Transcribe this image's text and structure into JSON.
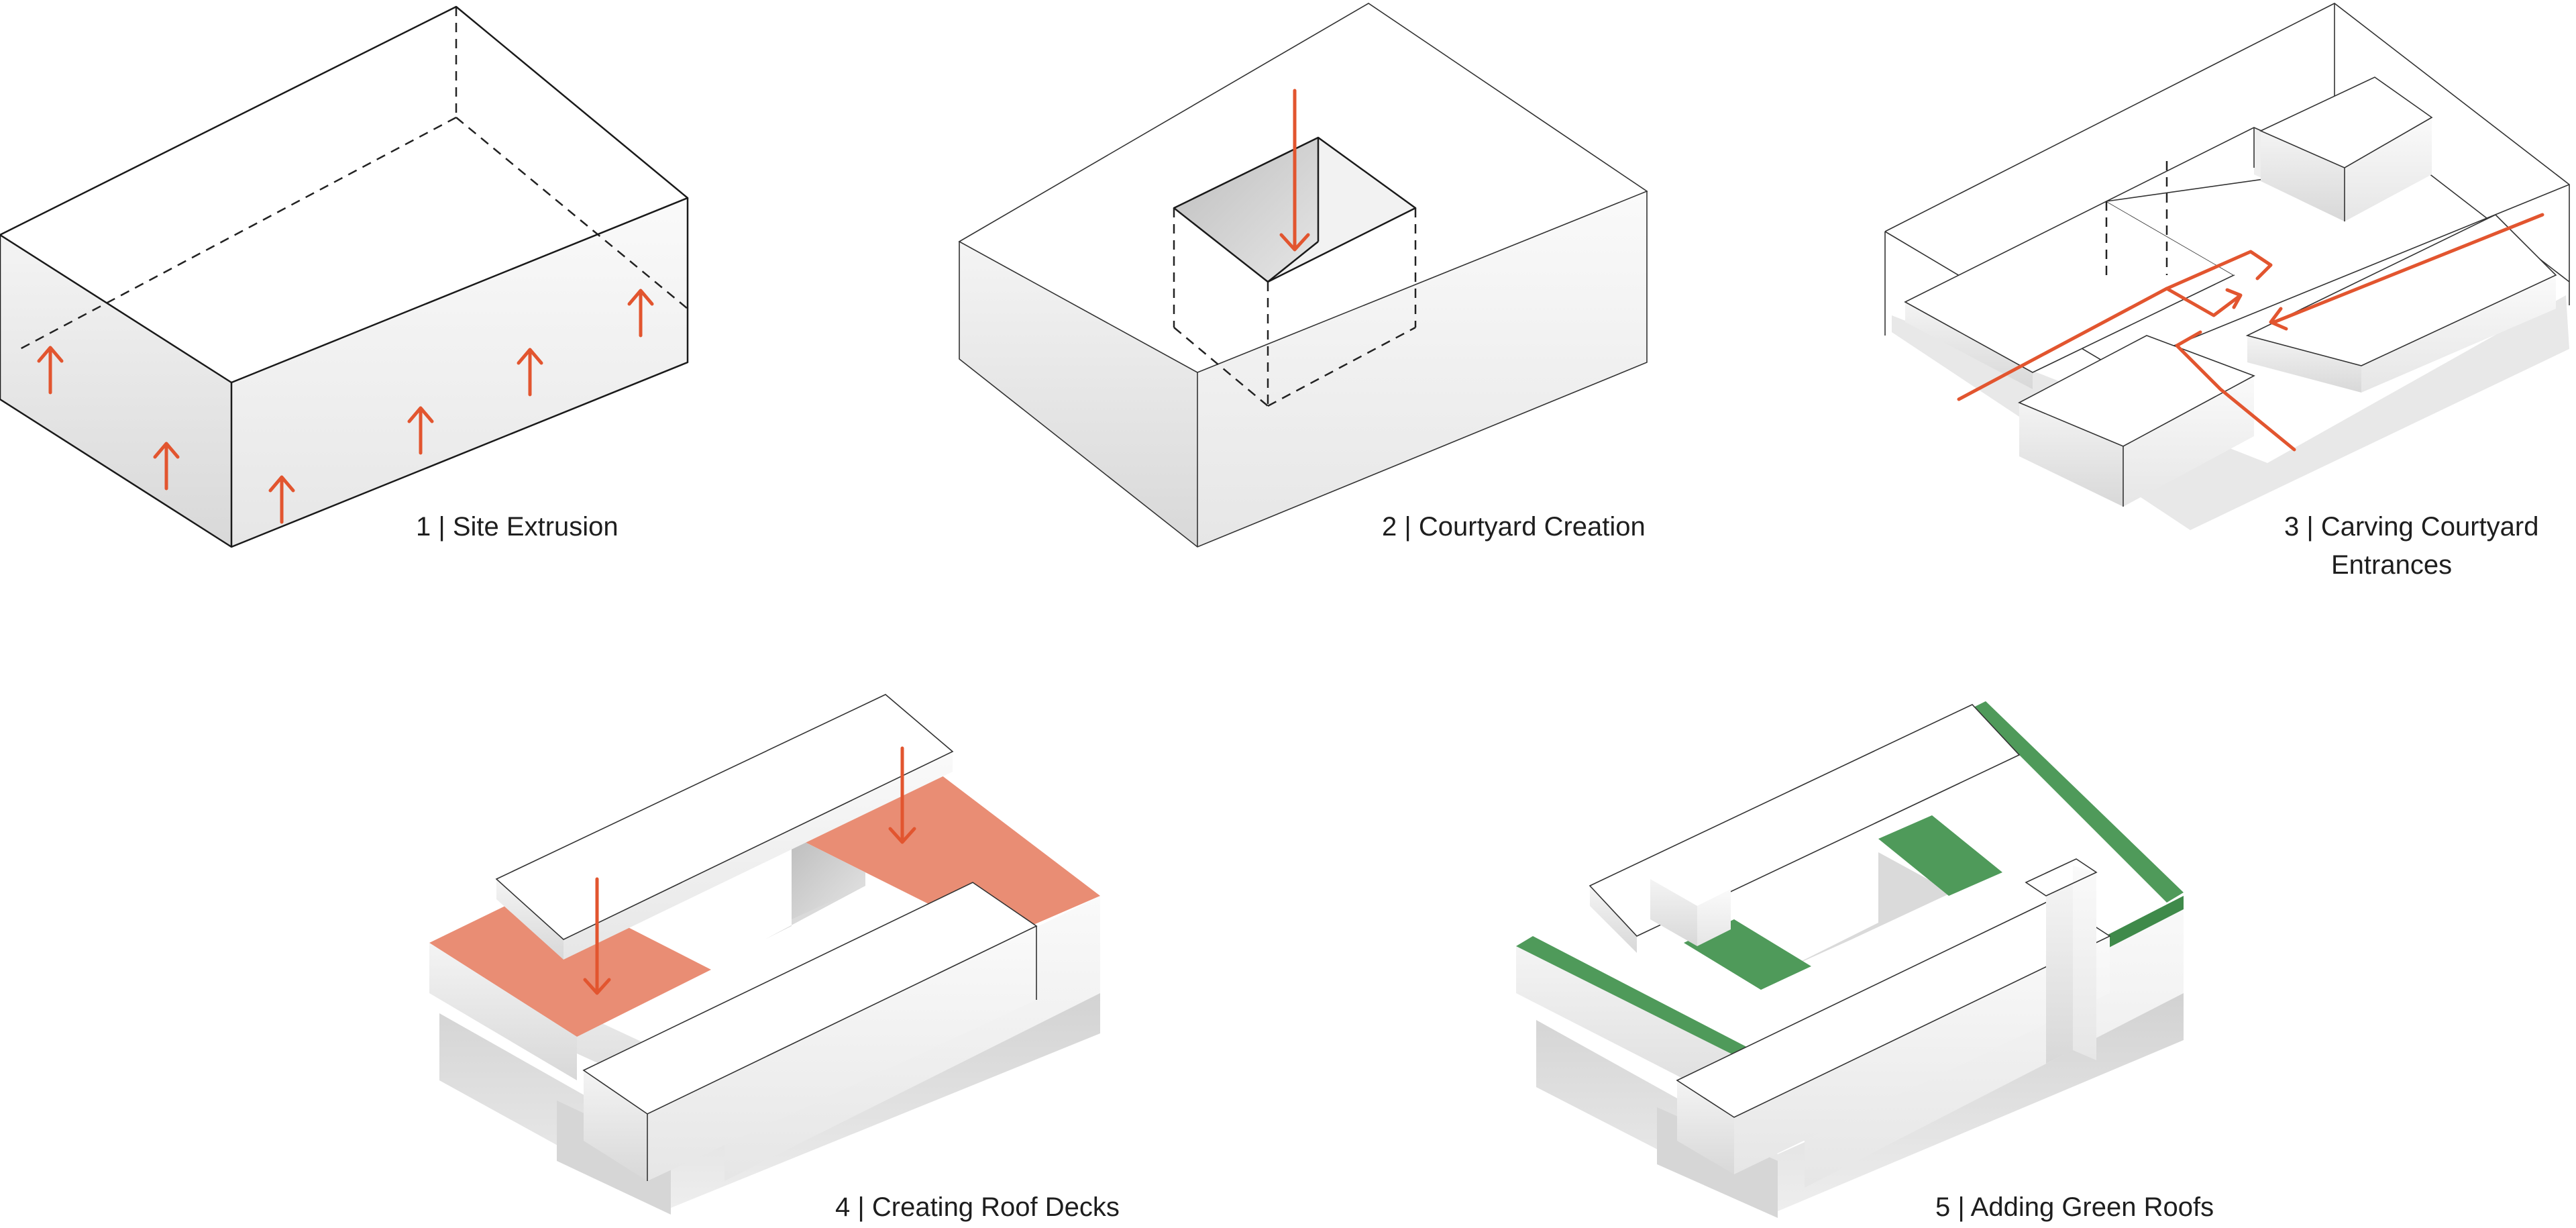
{
  "captions": {
    "step1": "1 | Site Extrusion",
    "step2": "2 | Courtyard Creation",
    "step3_line1": "3 | Carving Courtyard",
    "step3_line2": "Entrances",
    "step4": "4 | Creating Roof Decks",
    "step5": "5 | Adding Green Roofs"
  },
  "colors": {
    "arrow": "#e2552f",
    "roof_deck": "#e98d74",
    "green_roof": "#4f9a5a",
    "box_top": "#ffffff",
    "box_left": "#e4e4e4",
    "box_right": "#f2f2f2",
    "edge": "#1a1a1a"
  },
  "icons": {
    "up_arrow": "arrow-up-icon",
    "down_arrow": "arrow-down-icon",
    "path_arrow": "circulation-arrow-icon"
  }
}
